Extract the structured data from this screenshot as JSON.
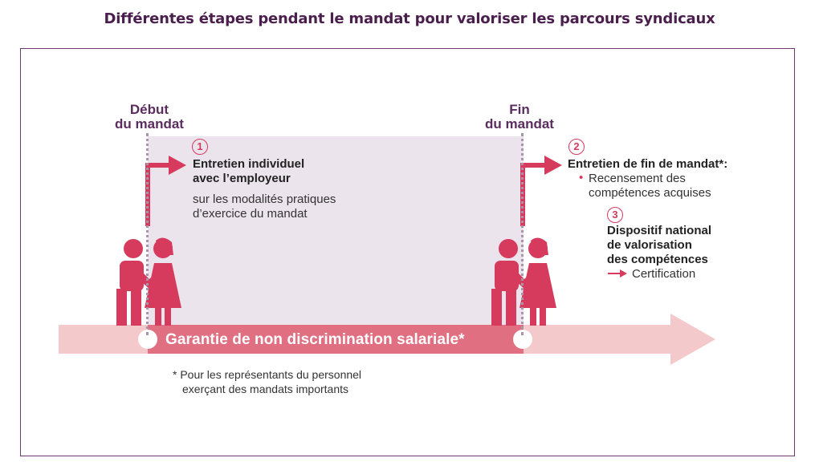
{
  "title": "Différentes étapes pendant le mandat pour valoriser les parcours syndicaux",
  "markers": {
    "start": [
      "Début",
      "du mandat"
    ],
    "end": [
      "Fin",
      "du mandat"
    ]
  },
  "step1": {
    "number": "1",
    "title_lines": [
      "Entretien individuel",
      "avec l’employeur"
    ],
    "detail_lines": [
      "sur les modalités pratiques",
      "d’exercice du mandat"
    ]
  },
  "step2": {
    "number": "2",
    "title": "Entretien de fin de mandat*:",
    "bullet": "•",
    "detail_lines": [
      "Recensement des",
      "compétences acquises"
    ]
  },
  "step3": {
    "number": "3",
    "title_lines": [
      "Dispositif national",
      "de valorisation",
      "des compétences"
    ],
    "result": "Certification"
  },
  "guarantee": "Garantie de non discrimination salariale*",
  "footnote_lines": [
    "* Pour les représentants du personnel",
    "exerçant des mandats importants"
  ],
  "colors": {
    "accent": "#d63a5c",
    "timeline": "#f4c9cc",
    "mandate_zone": "#ece4ec",
    "title": "#4b1f4d"
  }
}
